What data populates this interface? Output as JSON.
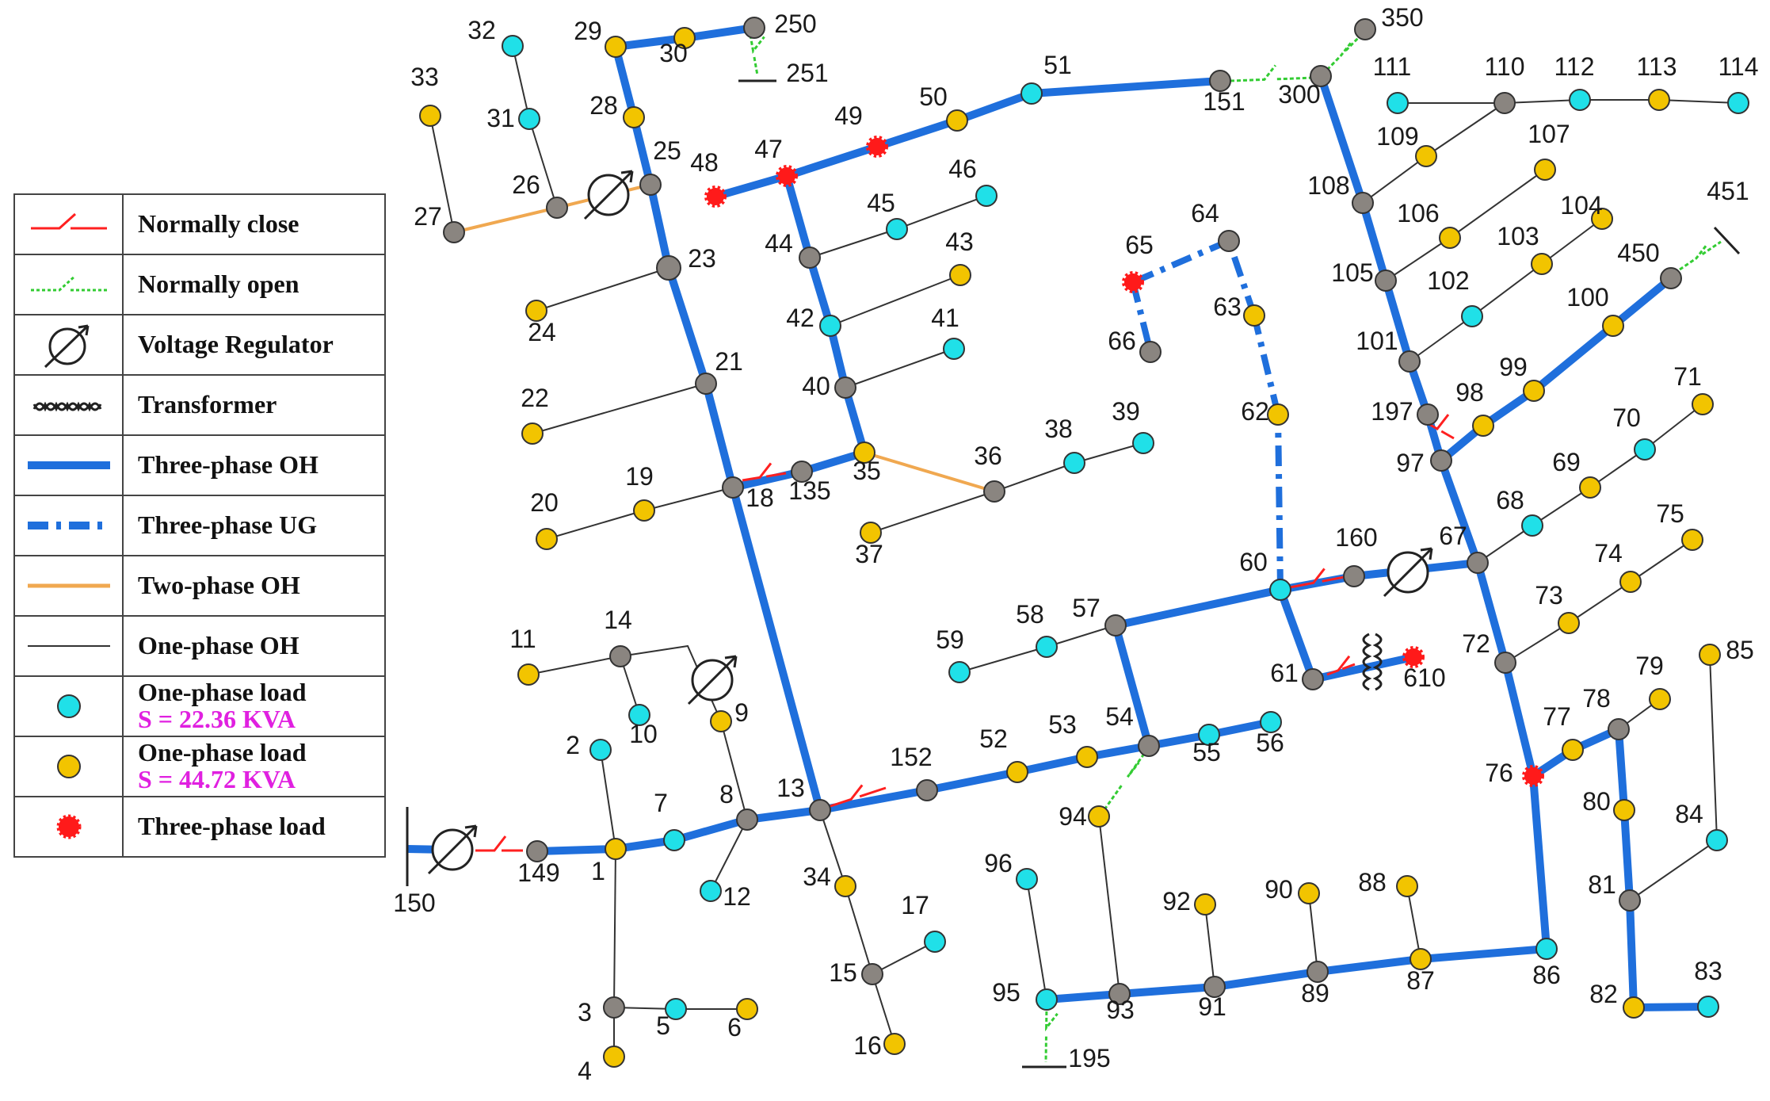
{
  "legend": {
    "items": [
      {
        "label": "Normally close"
      },
      {
        "label": "Normally open"
      },
      {
        "label": "Voltage Regulator"
      },
      {
        "label": "Transformer"
      },
      {
        "label": "Three-phase OH"
      },
      {
        "label": "Three-phase UG"
      },
      {
        "label": "Two-phase OH"
      },
      {
        "label": "One-phase OH"
      },
      {
        "label": "One-phase load",
        "sub": "S = 22.36 KVA"
      },
      {
        "label": "One-phase load",
        "sub": "S = 44.72 KVA"
      },
      {
        "label": "Three-phase load"
      }
    ]
  },
  "colors": {
    "three_phase_oh": "#1f6fdc",
    "two_phase_oh": "#f0a850",
    "one_phase_oh": "#333333",
    "node_gray": "#8a8580",
    "load_cyan": "#20e0e8",
    "load_yellow": "#f2c400",
    "load_red": "#ff1a1a",
    "switch_closed": "#ff2020",
    "switch_open": "#33cc33",
    "sub_label": "#e020e0"
  },
  "nodes": [
    {
      "id": "1",
      "t": "y"
    },
    {
      "id": "2",
      "t": "c"
    },
    {
      "id": "3",
      "t": "g"
    },
    {
      "id": "4",
      "t": "y"
    },
    {
      "id": "5",
      "t": "c"
    },
    {
      "id": "6",
      "t": "y"
    },
    {
      "id": "7",
      "t": "c"
    },
    {
      "id": "8",
      "t": "g"
    },
    {
      "id": "9",
      "t": "y"
    },
    {
      "id": "10",
      "t": "c"
    },
    {
      "id": "11",
      "t": "y"
    },
    {
      "id": "12",
      "t": "c"
    },
    {
      "id": "13",
      "t": "g"
    },
    {
      "id": "14",
      "t": "g"
    },
    {
      "id": "15",
      "t": "g"
    },
    {
      "id": "16",
      "t": "y"
    },
    {
      "id": "17",
      "t": "c"
    },
    {
      "id": "18",
      "t": "g"
    },
    {
      "id": "19",
      "t": "y"
    },
    {
      "id": "20",
      "t": "y"
    },
    {
      "id": "21",
      "t": "g"
    },
    {
      "id": "22",
      "t": "y"
    },
    {
      "id": "23",
      "t": "g"
    },
    {
      "id": "24",
      "t": "y"
    },
    {
      "id": "25",
      "t": "g"
    },
    {
      "id": "26",
      "t": "g"
    },
    {
      "id": "27",
      "t": "g"
    },
    {
      "id": "28",
      "t": "y"
    },
    {
      "id": "29",
      "t": "y"
    },
    {
      "id": "30",
      "t": "y"
    },
    {
      "id": "31",
      "t": "c"
    },
    {
      "id": "32",
      "t": "c"
    },
    {
      "id": "33",
      "t": "y"
    },
    {
      "id": "34",
      "t": "y"
    },
    {
      "id": "35",
      "t": "y"
    },
    {
      "id": "36",
      "t": "g"
    },
    {
      "id": "37",
      "t": "y"
    },
    {
      "id": "38",
      "t": "c"
    },
    {
      "id": "39",
      "t": "c"
    },
    {
      "id": "40",
      "t": "g"
    },
    {
      "id": "41",
      "t": "c"
    },
    {
      "id": "42",
      "t": "c"
    },
    {
      "id": "43",
      "t": "y"
    },
    {
      "id": "44",
      "t": "g"
    },
    {
      "id": "45",
      "t": "c"
    },
    {
      "id": "46",
      "t": "c"
    },
    {
      "id": "47",
      "t": "r"
    },
    {
      "id": "48",
      "t": "r"
    },
    {
      "id": "49",
      "t": "r"
    },
    {
      "id": "50",
      "t": "y"
    },
    {
      "id": "51",
      "t": "c"
    },
    {
      "id": "52",
      "t": "y"
    },
    {
      "id": "53",
      "t": "y"
    },
    {
      "id": "54",
      "t": "g"
    },
    {
      "id": "55",
      "t": "c"
    },
    {
      "id": "56",
      "t": "c"
    },
    {
      "id": "57",
      "t": "g"
    },
    {
      "id": "58",
      "t": "c"
    },
    {
      "id": "59",
      "t": "c"
    },
    {
      "id": "60",
      "t": "c"
    },
    {
      "id": "61",
      "t": "g"
    },
    {
      "id": "62",
      "t": "y"
    },
    {
      "id": "63",
      "t": "y"
    },
    {
      "id": "64",
      "t": "g"
    },
    {
      "id": "65",
      "t": "r"
    },
    {
      "id": "66",
      "t": "g"
    },
    {
      "id": "67",
      "t": "g"
    },
    {
      "id": "68",
      "t": "c"
    },
    {
      "id": "69",
      "t": "y"
    },
    {
      "id": "70",
      "t": "c"
    },
    {
      "id": "71",
      "t": "y"
    },
    {
      "id": "72",
      "t": "g"
    },
    {
      "id": "73",
      "t": "y"
    },
    {
      "id": "74",
      "t": "y"
    },
    {
      "id": "75",
      "t": "y"
    },
    {
      "id": "76",
      "t": "r"
    },
    {
      "id": "77",
      "t": "y"
    },
    {
      "id": "78",
      "t": "g"
    },
    {
      "id": "79",
      "t": "y"
    },
    {
      "id": "80",
      "t": "y"
    },
    {
      "id": "81",
      "t": "g"
    },
    {
      "id": "82",
      "t": "y"
    },
    {
      "id": "83",
      "t": "c"
    },
    {
      "id": "84",
      "t": "c"
    },
    {
      "id": "85",
      "t": "y"
    },
    {
      "id": "86",
      "t": "c"
    },
    {
      "id": "87",
      "t": "y"
    },
    {
      "id": "88",
      "t": "y"
    },
    {
      "id": "89",
      "t": "g"
    },
    {
      "id": "90",
      "t": "y"
    },
    {
      "id": "91",
      "t": "g"
    },
    {
      "id": "92",
      "t": "y"
    },
    {
      "id": "93",
      "t": "g"
    },
    {
      "id": "94",
      "t": "y"
    },
    {
      "id": "95",
      "t": "c"
    },
    {
      "id": "96",
      "t": "c"
    },
    {
      "id": "97",
      "t": "g"
    },
    {
      "id": "98",
      "t": "y"
    },
    {
      "id": "99",
      "t": "y"
    },
    {
      "id": "100",
      "t": "y"
    },
    {
      "id": "101",
      "t": "g"
    },
    {
      "id": "102",
      "t": "c"
    },
    {
      "id": "103",
      "t": "y"
    },
    {
      "id": "104",
      "t": "y"
    },
    {
      "id": "105",
      "t": "g"
    },
    {
      "id": "106",
      "t": "y"
    },
    {
      "id": "107",
      "t": "y"
    },
    {
      "id": "108",
      "t": "g"
    },
    {
      "id": "109",
      "t": "y"
    },
    {
      "id": "110",
      "t": "g"
    },
    {
      "id": "111",
      "t": "c"
    },
    {
      "id": "112",
      "t": "c"
    },
    {
      "id": "113",
      "t": "y"
    },
    {
      "id": "114",
      "t": "c"
    },
    {
      "id": "135",
      "t": "g"
    },
    {
      "id": "149",
      "t": "g"
    },
    {
      "id": "150",
      "t": "none"
    },
    {
      "id": "151",
      "t": "g"
    },
    {
      "id": "152",
      "t": "g"
    },
    {
      "id": "160",
      "t": "g"
    },
    {
      "id": "195",
      "t": "none"
    },
    {
      "id": "197",
      "t": "g"
    },
    {
      "id": "250",
      "t": "g"
    },
    {
      "id": "251",
      "t": "none"
    },
    {
      "id": "300",
      "t": "g"
    },
    {
      "id": "350",
      "t": "g"
    },
    {
      "id": "450",
      "t": "g"
    },
    {
      "id": "451",
      "t": "none"
    },
    {
      "id": "610",
      "t": "r"
    }
  ]
}
